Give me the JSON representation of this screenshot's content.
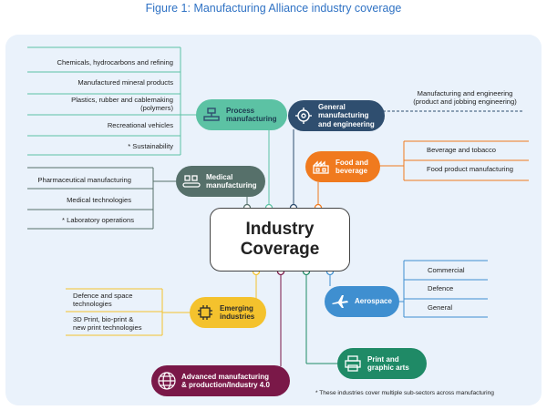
{
  "title": "Figure 1: Manufacturing Alliance industry coverage",
  "center": {
    "line1": "Industry",
    "line2": "Coverage"
  },
  "nodes": {
    "process": "Process\nmanufacturing",
    "general": "General\nmanufacturing\nand engineering",
    "food": "Food and\nbeverage",
    "medical": "Medical\nmanufacturing",
    "emerging": "Emerging\nindustries",
    "aerospace": "Aerospace",
    "print": "Print and\ngraphic arts",
    "advanced": "Advanced manufacturing\n& production/Industry 4.0"
  },
  "process_items": [
    "Chemicals, hydrocarbons and refining",
    "Manufactured mineral products",
    "Plastics, rubber and cablemaking\n(polymers)",
    "Recreational vehicles",
    "* Sustainability"
  ],
  "medical_items": [
    "Pharmaceutical manufacturing",
    "Medical technologies",
    "* Laboratory operations"
  ],
  "general_items": [
    "Manufacturing and engineering\n(product and jobbing engineering)"
  ],
  "food_items": [
    "Beverage and tobacco",
    "Food product manufacturing"
  ],
  "aerospace_items": [
    "Commercial",
    "Defence",
    "General"
  ],
  "emerging_items": [
    "Defence and space\ntechnologies",
    "3D Print, bio-print &\nnew print technologies"
  ],
  "footnote": "* These industries cover multiple sub-sectors across manufacturing",
  "colors": {
    "process": "#5cc2a4",
    "general": "#2f4e6f",
    "food": "#f07a1e",
    "medical": "#56706a",
    "emerging": "#f4c22d",
    "aerospace": "#3f8fd0",
    "print": "#1f8a66",
    "advanced": "#7a1848",
    "title": "#2f72c4",
    "panel": "#eaf2fb"
  },
  "icons": {
    "process": "machine-icon",
    "general": "gears-icon",
    "food": "factory-icon",
    "medical": "conveyor-icon",
    "emerging": "chip-icon",
    "aerospace": "airplane-icon",
    "print": "printer-icon",
    "advanced": "network-globe-icon"
  }
}
